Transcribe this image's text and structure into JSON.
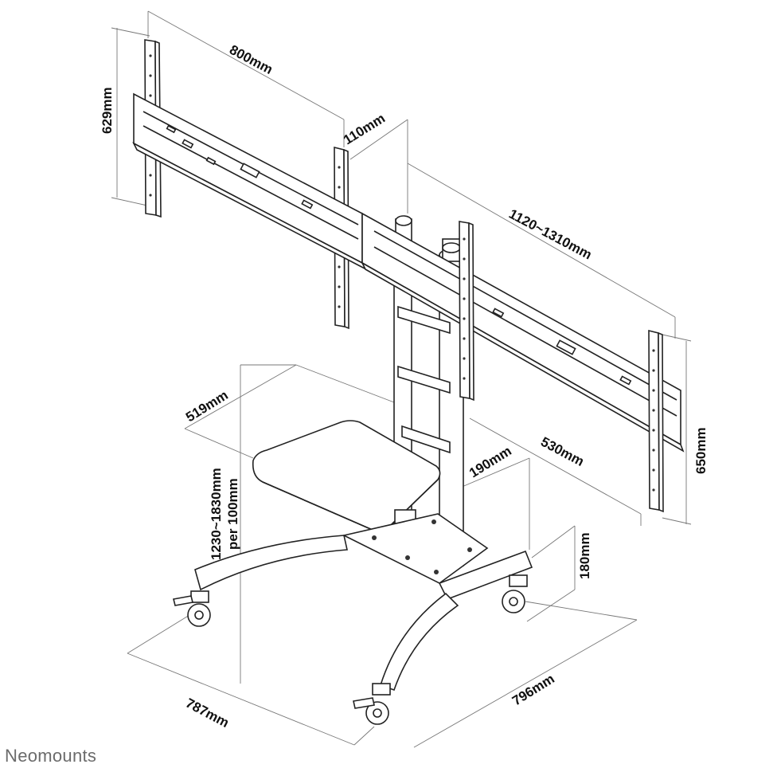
{
  "dimensions": {
    "rail_height": "629mm",
    "vesa_width": "800mm",
    "plate_depth": "110mm",
    "span": "1120~1310mm",
    "height_right": "650mm",
    "shelf_width": "519mm",
    "shelf_depth": "530mm",
    "shelf_offset": "190mm",
    "height_range_1": "1230~1830mm",
    "height_range_2": "per 100mm",
    "base_height": "180mm",
    "base_width": "787mm",
    "base_depth": "796mm"
  },
  "brand": "Neomounts",
  "colors": {
    "line": "#222222",
    "dimension_line": "#777777",
    "brand_text": "#6b6b6b"
  }
}
